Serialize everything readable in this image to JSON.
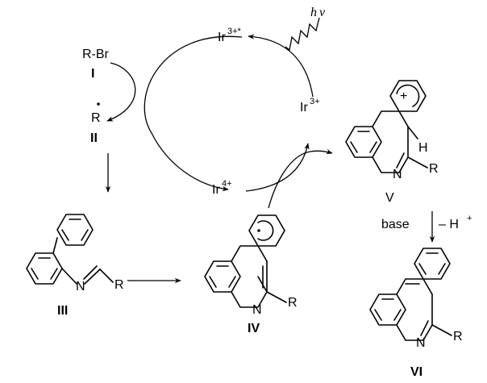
{
  "catalyst": {
    "excited": "Ir",
    "excited_charge": "3+*",
    "ground": "Ir",
    "ground_charge": "3+",
    "oxidized": "Ir",
    "oxidized_charge": "4+"
  },
  "light": {
    "h": "h",
    "nu": "ν"
  },
  "compounds": {
    "I": {
      "formula": "R-Br",
      "label": "I"
    },
    "II": {
      "formula": "R",
      "label": "II"
    },
    "III": {
      "substituent": "R",
      "nitrogen": "N",
      "label": "III"
    },
    "IV": {
      "substituent": "R",
      "nitrogen": "N",
      "label": "IV"
    },
    "V": {
      "substituent": "R",
      "nitrogen": "N",
      "hydrogen": "H",
      "charge": "+",
      "label": "V"
    },
    "VI": {
      "substituent": "R",
      "nitrogen": "N",
      "label": "VI"
    }
  },
  "steps": {
    "deprotonation_reagent": "base",
    "deprotonation_loss": "– H",
    "deprotonation_loss_charge": "+"
  }
}
